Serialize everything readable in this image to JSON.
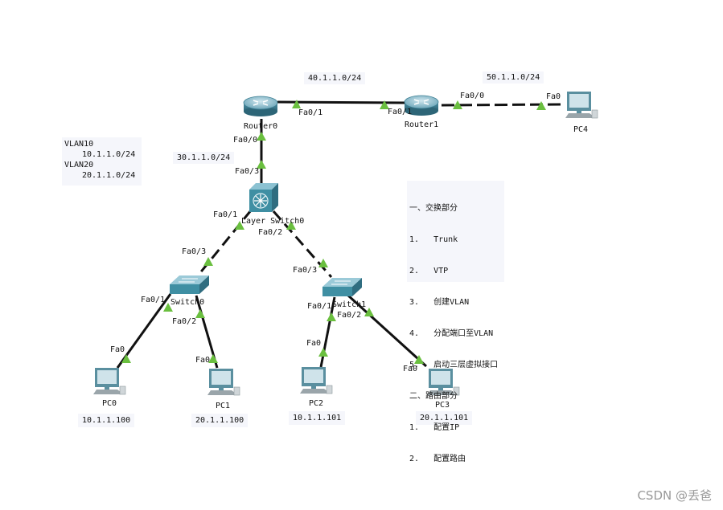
{
  "devices": {
    "router0": "Router0",
    "router1": "Router1",
    "l3switch": "Layer Switch0",
    "switch0": "Switch0",
    "switch1": "Switch1",
    "pc0": "PC0",
    "pc1": "PC1",
    "pc2": "PC2",
    "pc3": "PC3",
    "pc4": "PC4"
  },
  "ports": {
    "r0_fa01": "Fa0/1",
    "r1_fa01": "Fa0/1",
    "r1_fa00": "Fa0/0",
    "pc4_fa0": "Fa0",
    "r0_fa00": "Fa0/0",
    "l3_fa03": "Fa0/3",
    "l3_fa01": "Fa0/1",
    "l3_fa02": "Fa0/2",
    "sw0_fa03": "Fa0/3",
    "sw0_fa01": "Fa0/1",
    "sw0_fa02": "Fa0/2",
    "sw1_fa03": "Fa0/3",
    "sw1_fa01": "Fa0/1",
    "sw1_fa02": "Fa0/2",
    "pc0_fa0": "Fa0",
    "pc1_fa0": "Fa0",
    "pc2_fa0": "Fa0",
    "pc3_fa0": "Fa0"
  },
  "networks": {
    "r0_r1": "40.1.1.0/24",
    "r1_pc4": "50.1.1.0/24",
    "r0_l3": "30.1.1.0/24"
  },
  "vlan_note": {
    "vlan10": "VLAN10",
    "vlan10_net": "10.1.1.0/24",
    "vlan20": "VLAN20",
    "vlan20_net": "20.1.1.0/24"
  },
  "pc_ips": {
    "pc0": "10.1.1.100",
    "pc1": "20.1.1.100",
    "pc2": "10.1.1.101",
    "pc3": "20.1.1.101"
  },
  "steps_note": [
    "一、交换部分",
    "1.   Trunk",
    "2.   VTP",
    "3.   创建VLAN",
    "4.   分配端口至VLAN",
    "5.   启动三层虚拟接口",
    "二、路由部分",
    "1.   配置IP",
    "2.   配置路由"
  ],
  "watermark": "CSDN @丢爸",
  "colors": {
    "link": "#111111",
    "port_marker": "#6abf3f",
    "device": "#3f8fa3",
    "note_bg": "#f5f6fb"
  }
}
